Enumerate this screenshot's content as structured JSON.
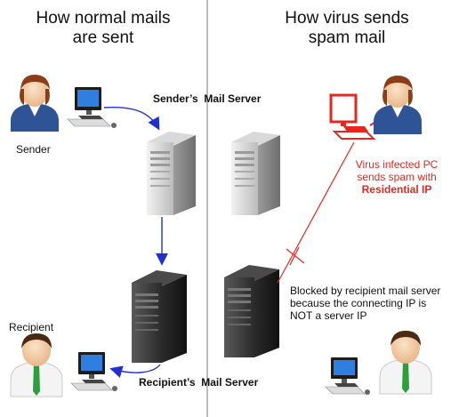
{
  "left_panel": {
    "title_line1": "How normal mails",
    "title_line2": "are sent",
    "sender_label": "Sender",
    "sender_server_label": "Sender’s  Mail Server",
    "recipient_label": "Recipient",
    "recipient_server_label": "Recipient’s  Mail Server"
  },
  "right_panel": {
    "title_line1": "How virus sends",
    "title_line2": "spam mail",
    "infected_line1": "Virus infected PC",
    "infected_line2": "sends spam with",
    "infected_line3": "Residential IP",
    "blocked_line1": "Blocked by recipient mail server",
    "blocked_line2": "because the connecting IP is",
    "blocked_line3": "NOT a server IP"
  },
  "colors": {
    "normal_flow": "#1f2fd1",
    "spam_flow": "#e8261f",
    "divider": "#bdbdbd",
    "tie": "#2e9e3c",
    "sender_shirt": "#2f5496"
  },
  "icons": [
    "person-icon",
    "computer-icon",
    "server-icon",
    "block-mark-icon"
  ]
}
